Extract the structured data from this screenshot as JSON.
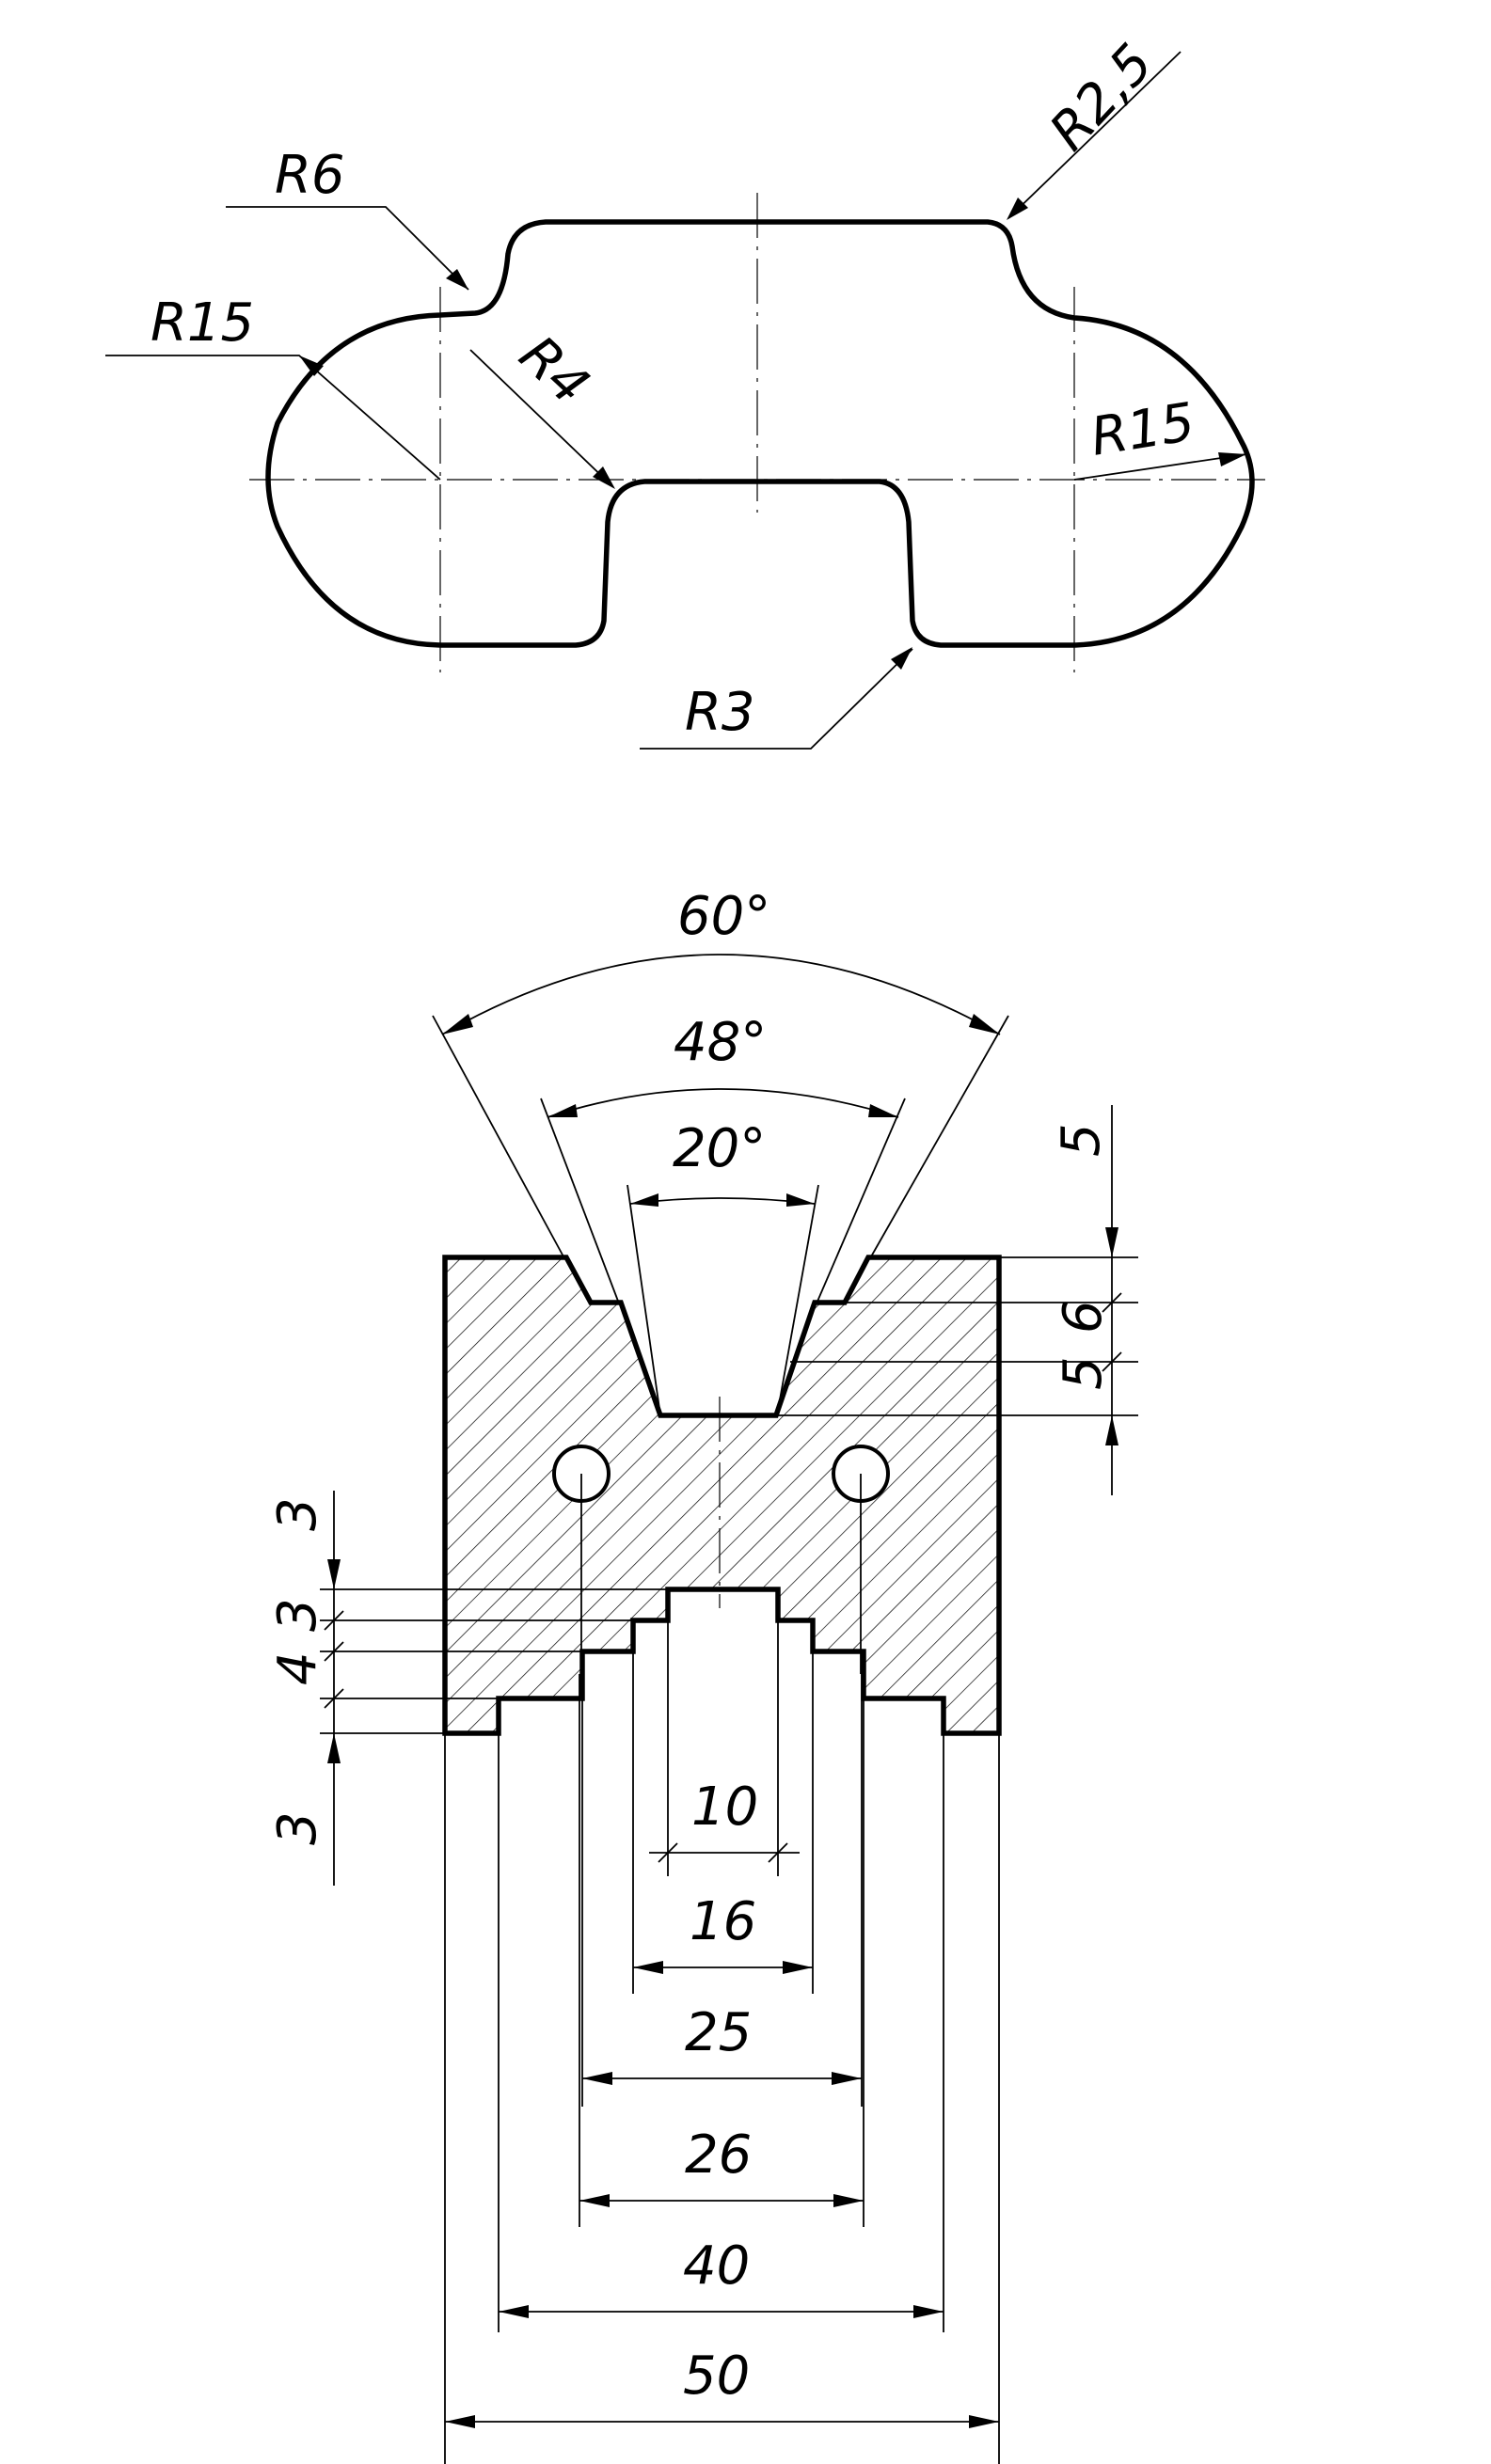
{
  "top_view": {
    "radius_labels": {
      "r6": "R6",
      "r2_5": "R2,5",
      "r15_left": "R15",
      "r4": "R4",
      "r15_right": "R15",
      "r3": "R3"
    }
  },
  "section_view": {
    "angles": {
      "a60": "60°",
      "a48": "48°",
      "a20": "20°"
    },
    "right_depths": {
      "d5_top": "5",
      "d6": "6",
      "d5_bottom": "5"
    },
    "left_steps": {
      "s3_top": "3",
      "s3_mid": "3",
      "s4": "4",
      "s3_bottom": "3"
    },
    "widths": {
      "w10": "10",
      "w16": "16",
      "w25": "25",
      "w26": "26",
      "w40": "40",
      "w50": "50"
    }
  },
  "colors": {
    "line": "#000000",
    "background": "#ffffff"
  }
}
